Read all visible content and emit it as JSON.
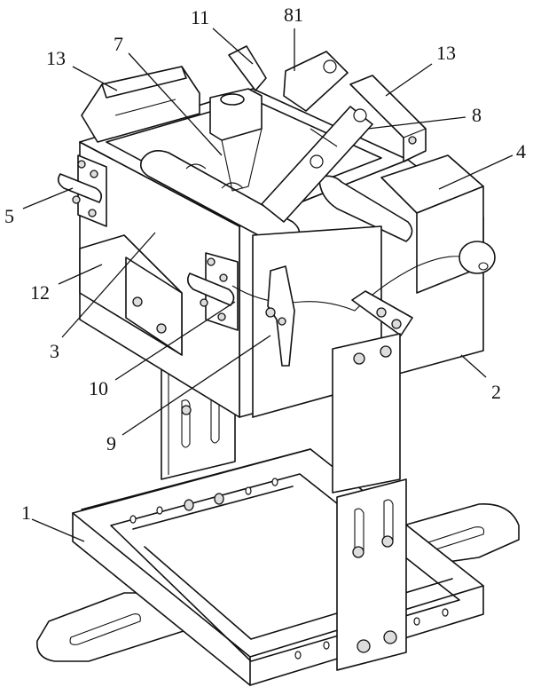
{
  "figure": {
    "type": "patent line drawing",
    "subject": "isometric view of mechanical fixture assembly",
    "callouts": [
      {
        "id": "c1",
        "text": "1"
      },
      {
        "id": "c2",
        "text": "2"
      },
      {
        "id": "c3",
        "text": "3"
      },
      {
        "id": "c4",
        "text": "4"
      },
      {
        "id": "c5",
        "text": "5"
      },
      {
        "id": "c7",
        "text": "7"
      },
      {
        "id": "c8",
        "text": "8"
      },
      {
        "id": "c9",
        "text": "9"
      },
      {
        "id": "c10",
        "text": "10"
      },
      {
        "id": "c11",
        "text": "11"
      },
      {
        "id": "c12",
        "text": "12"
      },
      {
        "id": "c13a",
        "text": "13"
      },
      {
        "id": "c13b",
        "text": "13"
      },
      {
        "id": "c81",
        "text": "81"
      }
    ]
  }
}
